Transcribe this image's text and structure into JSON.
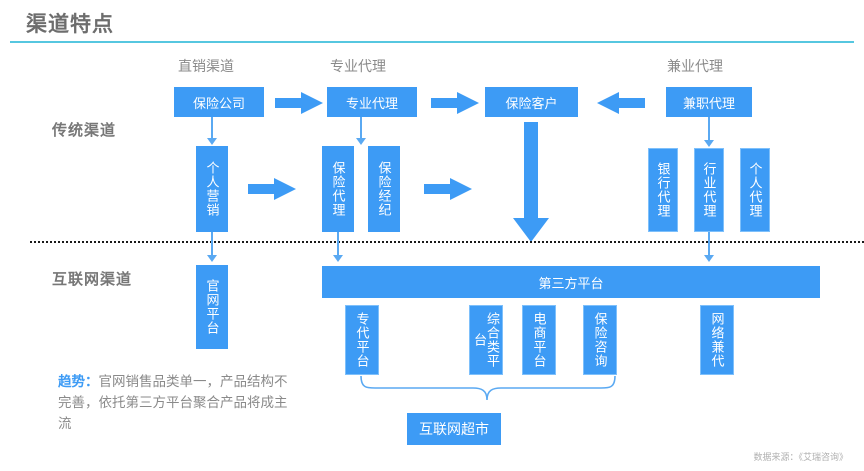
{
  "header": {
    "title": "渠道特点",
    "rule_color": "#56c7e0"
  },
  "theme": {
    "blue": "#3d9bf5",
    "blue_light": "#7ec0fb",
    "label_gray": "#777777",
    "caption_gray": "#8a8a8a"
  },
  "rows": [
    {
      "label": "传统渠道"
    },
    {
      "label": "互联网渠道"
    }
  ],
  "column_captions": [
    {
      "text": "直销渠道"
    },
    {
      "text": "专业代理"
    },
    {
      "text": "兼业代理"
    }
  ],
  "traditional": {
    "top_boxes": [
      {
        "label": "保险公司"
      },
      {
        "label": "专业代理"
      },
      {
        "label": "保险客户"
      },
      {
        "label": "兼职代理"
      }
    ],
    "mid_boxes": [
      {
        "label": "个人营销"
      },
      {
        "label": "保险代理"
      },
      {
        "label": "保险经纪"
      },
      {
        "label": "银行代理"
      },
      {
        "label": "行业代理"
      },
      {
        "label": "个人代理"
      }
    ]
  },
  "internet": {
    "official_box": {
      "label": "官网平台"
    },
    "third_party_bar": {
      "label": "第三方平台"
    },
    "platform_boxes": [
      {
        "label": "专代平台"
      },
      {
        "label": "综合类平台"
      },
      {
        "label": "电商平台"
      },
      {
        "label": "保险咨询"
      },
      {
        "label": "网络兼代"
      }
    ],
    "supermarket_box": {
      "label": "互联网超市"
    }
  },
  "trend": {
    "prefix": "趋势：",
    "text": "官网销售品类单一，产品结构不完善，依托第三方平台聚合产品将成主流"
  },
  "footer": {
    "source": "数据来源：《艾瑞咨询》"
  }
}
